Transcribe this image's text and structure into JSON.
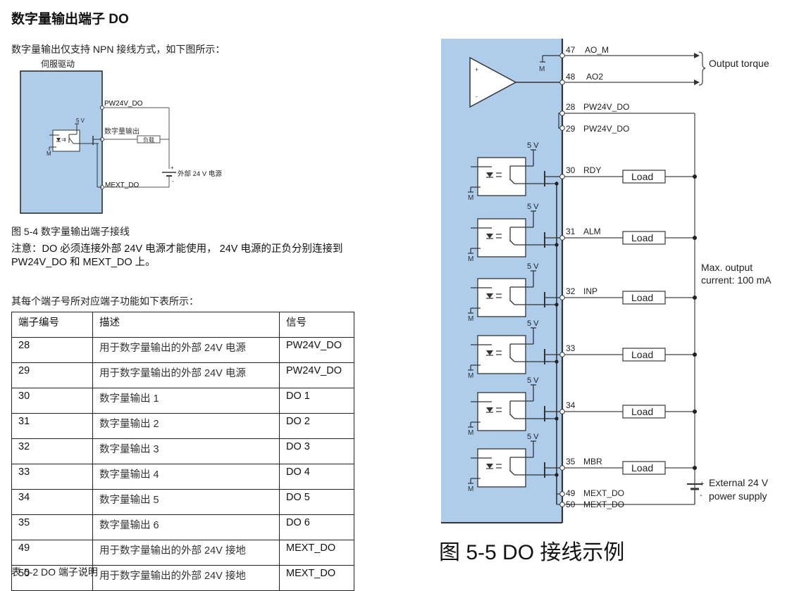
{
  "section_title": "数字量输出端子 DO",
  "intro_text": "数字量输出仅支持 NPN 接线方式，如下图所示：",
  "figure_left": {
    "box_title": "伺服驱动",
    "terminal_top": "PW24V_DO",
    "terminal_mid": "数字量输出",
    "terminal_bottom": "MEXT_DO",
    "load_label": "负载",
    "supply_label": "外部 24 V 电源",
    "plus": "+",
    "minus": "-",
    "v5": "5 V",
    "ground": "M",
    "caption": "图 5-4 数字量输出端子接线"
  },
  "note_text": "注意：DO 必须连接外部 24V 电源才能使用， 24V 电源的正负分别连接到 PW24V_DO 和 MEXT_DO 上。",
  "table_intro": "其每个端子号所对应端子功能如下表所示：",
  "table": {
    "headers": [
      "端子编号",
      "描述",
      "信号"
    ],
    "rows": [
      [
        "28",
        "用于数字量输出的外部 24V 电源",
        "PW24V_DO"
      ],
      [
        "29",
        "用于数字量输出的外部 24V 电源",
        "PW24V_DO"
      ],
      [
        "30",
        "数字量输出 1",
        "DO 1"
      ],
      [
        "31",
        "数字量输出 2",
        "DO 2"
      ],
      [
        "32",
        "数字量输出 3",
        "DO 3"
      ],
      [
        "33",
        "数字量输出 4",
        "DO 4"
      ],
      [
        "34",
        "数字量输出 5",
        "DO 5"
      ],
      [
        "35",
        "数字量输出 6",
        "DO 6"
      ],
      [
        "49",
        "用于数字量输出的外部 24V 接地",
        "MEXT_DO"
      ],
      [
        "50",
        "用于数字量输出的外部 24V 接地",
        "MEXT_DO"
      ]
    ],
    "caption": "表 5-2 DO 端子说明"
  },
  "figure_right": {
    "analog": [
      {
        "pin": "47",
        "name": "AO_M"
      },
      {
        "pin": "48",
        "name": "AO2"
      }
    ],
    "output_torque_label": "Output torque",
    "power_pins": [
      {
        "pin": "28",
        "name": "PW24V_DO"
      },
      {
        "pin": "29",
        "name": "PW24V_DO"
      }
    ],
    "outputs": [
      {
        "pin": "30",
        "name": "RDY"
      },
      {
        "pin": "31",
        "name": "ALM"
      },
      {
        "pin": "32",
        "name": "INP"
      },
      {
        "pin": "33",
        "name": ""
      },
      {
        "pin": "34",
        "name": ""
      },
      {
        "pin": "35",
        "name": "MBR"
      }
    ],
    "ground_pins": [
      {
        "pin": "49",
        "name": "MEXT_DO"
      },
      {
        "pin": "50",
        "name": "MEXT_DO"
      }
    ],
    "load_label": "Load",
    "v5": "5 V",
    "ground": "M",
    "plus": "+",
    "minus": "-",
    "max_output_line1": "Max. output",
    "max_output_line2": "current: 100 mA",
    "supply_line1": "External 24 V",
    "supply_line2": "power supply",
    "caption": "图 5-5 DO 接线示例"
  },
  "colors": {
    "drive_fill": "#aecdeb",
    "wire": "#444444"
  }
}
